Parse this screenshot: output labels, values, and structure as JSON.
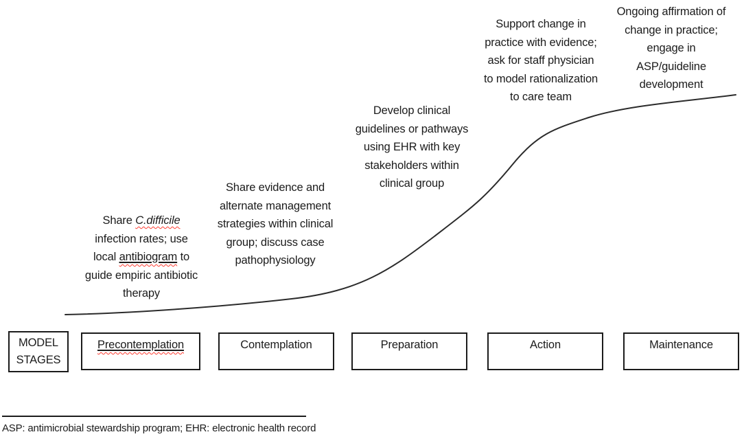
{
  "colors": {
    "ink": "#1b1b1b",
    "spellcheck_squiggle": "#ff3b30",
    "background": "#ffffff"
  },
  "curve": {
    "shape": "sigmoid-adoption-curve",
    "description": "hand-drawn S-curve rising from lower left to upper right"
  },
  "annotations": {
    "precontemplation": {
      "line1_prefix": "Share ",
      "line1_term": "C.difficile",
      "line2": "infection rates; use",
      "line3_prefix": "local ",
      "line3_term": "antibiogram",
      "line3_suffix": " to",
      "line4": "guide empiric antibiotic",
      "line5": "therapy"
    },
    "contemplation": {
      "lines": [
        "Share evidence and",
        "alternate management",
        "strategies within clinical",
        "group; discuss case",
        "pathophysiology"
      ]
    },
    "preparation": {
      "lines": [
        "Develop clinical",
        "guidelines or pathways",
        "using EHR with key",
        "stakeholders within",
        "clinical group"
      ]
    },
    "action": {
      "lines": [
        "Support change in",
        "practice with evidence;",
        "ask for staff physician",
        "to model rationalization",
        "to care team"
      ]
    },
    "maintenance": {
      "lines": [
        "Ongoing affirmation of",
        "change in practice;",
        "engage in",
        "ASP/guideline",
        "development"
      ]
    }
  },
  "stages": {
    "header_line1": "MODEL",
    "header_line2": "STAGES",
    "items": [
      {
        "label": "Precontemplation"
      },
      {
        "label": "Contemplation"
      },
      {
        "label": "Preparation"
      },
      {
        "label": "Action"
      },
      {
        "label": "Maintenance"
      }
    ]
  },
  "footnote": "ASP: antimicrobial stewardship program; EHR: electronic health record"
}
